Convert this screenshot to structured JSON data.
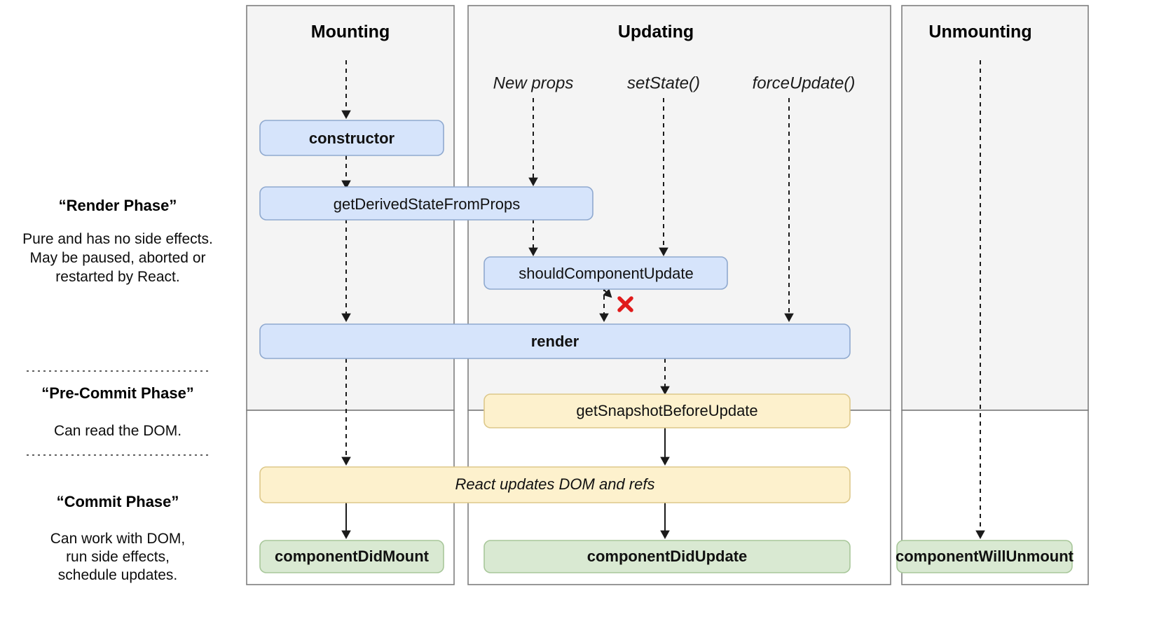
{
  "diagram": {
    "title": "React Component Lifecycle Diagram",
    "lanes": [
      {
        "key": "mounting",
        "title": "Mounting"
      },
      {
        "key": "updating",
        "title": "Updating"
      },
      {
        "key": "unmounting",
        "title": "Unmounting"
      }
    ],
    "triggers": [
      {
        "key": "new-props",
        "label": "New props"
      },
      {
        "key": "set-state",
        "label": "setState()"
      },
      {
        "key": "force-update",
        "label": "forceUpdate()"
      }
    ],
    "phases": [
      {
        "key": "render-phase",
        "heading": "“Render Phase”",
        "body_lines": [
          "Pure and has no side effects.",
          "May be paused, aborted or",
          "restarted by React."
        ]
      },
      {
        "key": "pre-commit-phase",
        "heading": "“Pre-Commit Phase”",
        "body_lines": [
          "Can read the DOM."
        ]
      },
      {
        "key": "commit-phase",
        "heading": "“Commit Phase”",
        "body_lines": [
          "Can work with DOM,",
          "run side effects,",
          "schedule updates."
        ]
      }
    ],
    "nodes": [
      {
        "key": "constructor",
        "label": "constructor",
        "color": "blue",
        "weight": "bold"
      },
      {
        "key": "get-derived-state-from-props",
        "label": "getDerivedStateFromProps",
        "color": "blue",
        "weight": "normal"
      },
      {
        "key": "should-component-update",
        "label": "shouldComponentUpdate",
        "color": "blue",
        "weight": "normal"
      },
      {
        "key": "render",
        "label": "render",
        "color": "blue",
        "weight": "bold"
      },
      {
        "key": "get-snapshot-before-update",
        "label": "getSnapshotBeforeUpdate",
        "color": "yellow",
        "weight": "normal"
      },
      {
        "key": "react-updates-dom-and-refs",
        "label": "React updates DOM and refs",
        "color": "yellow",
        "weight": "italic"
      },
      {
        "key": "component-did-mount",
        "label": "componentDidMount",
        "color": "green",
        "weight": "bold"
      },
      {
        "key": "component-did-update",
        "label": "componentDidUpdate",
        "color": "green",
        "weight": "bold"
      },
      {
        "key": "component-will-unmount",
        "label": "componentWillUnmount",
        "color": "green",
        "weight": "bold"
      }
    ],
    "colors": {
      "blue_fill": "#d6e4fb",
      "blue_stroke": "#8fa9cf",
      "yellow_fill": "#fdf1cd",
      "yellow_stroke": "#ddc88a",
      "green_fill": "#d9e9d2",
      "green_stroke": "#a8c79a",
      "lane_fill": "#f4f4f4",
      "lane_stroke": "#7f7f7f",
      "skip_mark": "#e01b1b"
    },
    "skip_mark": {
      "key": "should-component-update-false-x",
      "glyph": "✖"
    }
  }
}
